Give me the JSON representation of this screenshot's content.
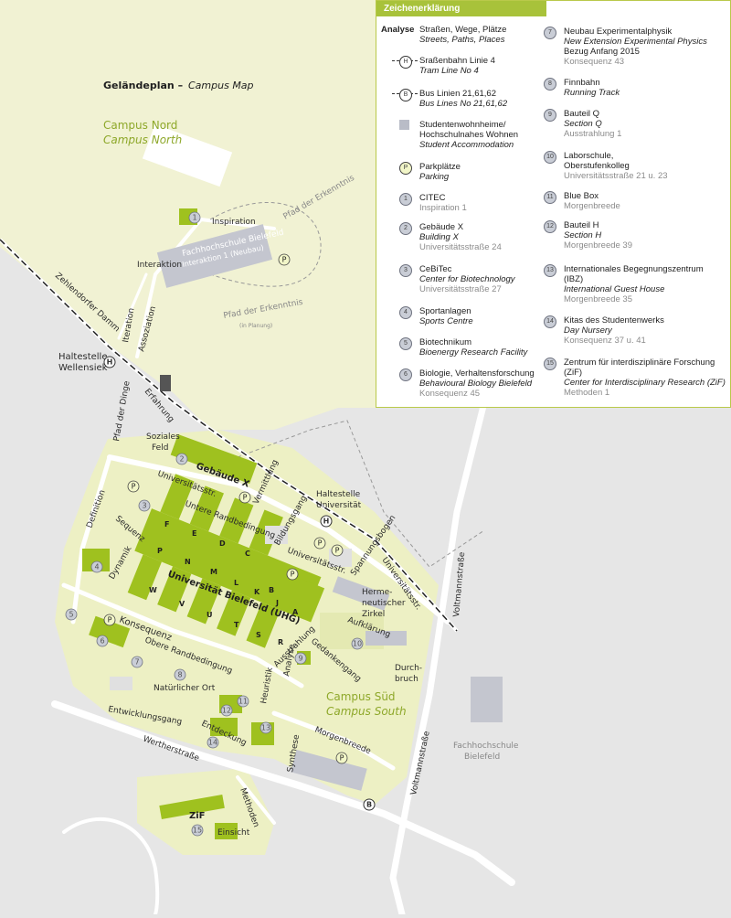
{
  "title": {
    "de": "Geländeplan –",
    "en": "Campus Map"
  },
  "colors": {
    "building": "#9fc11f",
    "campus_land": "#edf0c4",
    "north_land": "#f1f2d3",
    "background": "#e6e6e6",
    "gray_building": "#c4c6cf",
    "legend_header": "#a8c23a"
  },
  "areas": {
    "north_de": "Campus Nord",
    "north_en": "Campus North",
    "south_de": "Campus Süd",
    "south_en": "Campus South"
  },
  "labels": {
    "inspiration": "Inspiration",
    "interaktion": "Interaktion",
    "fh_title": "Fachhochschule Bielefeld",
    "fh_sub": "Interaktion 1 (Neubau)",
    "pfad1": "Pfad der Erkenntnis",
    "pfad2": "Pfad der Erkenntnis",
    "in_planung": "(in Planung)",
    "iteration": "Iteration",
    "assoziation": "Assoziation",
    "zehlendorfer": "Zehlendorfer Damm",
    "hs_wellensiek_1": "Haltestelle",
    "hs_wellensiek_2": "Wellensiek",
    "erfahrung": "Erfahrung",
    "pfad_dinge": "Pfad der Dinge",
    "soziales": "Soziales",
    "feld": "Feld",
    "gebaeude_x": "Gebäude X",
    "universitaetsstr": "Universitätsstr.",
    "vermittlung": "Vermittlung",
    "hs_uni_1": "Haltestelle",
    "hs_uni_2": "Universität",
    "definition": "Definition",
    "untere": "Untere Randbedingung",
    "sequenz": "Sequenz",
    "bildungsgang": "Bildungsgang",
    "universitaetsstr2": "Universitätsstr.",
    "spannungsbogen": "Spannungsbogen",
    "universitaetsstr3": "Universitätsstr.",
    "dynamik": "Dynamik",
    "uhg": "Universität Bielefeld (UHG)",
    "herme1": "Herme-",
    "herme2": "neutischer",
    "herme3": "Zirkel",
    "konsequenz": "Konsequenz",
    "obere": "Obere Randbedingung",
    "ausstrahlung": "Ausstrahlung",
    "aufklaerung": "Aufklärung",
    "gedankengang": "Gedankengang",
    "natuerlicher": "Natürlicher Ort",
    "analyse": "Analyse",
    "heuristik": "Heuristik",
    "durch1": "Durch-",
    "durch2": "bruch",
    "voltmann1": "Voltmannstraße",
    "voltmann2": "Voltmannstraße",
    "entwicklungsgang": "Entwicklungsgang",
    "entdeckung": "Entdeckung",
    "wertherstrasse": "Wertherstraße",
    "morgenbreede": "Morgenbreede",
    "synthese": "Synthese",
    "fh2_1": "Fachhochschule",
    "fh2_2": "Bielefeld",
    "methoden": "Methoden",
    "zif": "ZiF",
    "einsicht": "Einsicht"
  },
  "wings": [
    "F",
    "E",
    "D",
    "C",
    "P",
    "N",
    "M",
    "L",
    "K",
    "J",
    "W",
    "V",
    "U",
    "T",
    "S",
    "R",
    "A",
    "B"
  ],
  "symbols": {
    "h": "H",
    "b": "B",
    "p": "P"
  },
  "map_numbers": [
    "1",
    "2",
    "3",
    "4",
    "5",
    "6",
    "7",
    "8",
    "9",
    "10",
    "11",
    "12",
    "13",
    "14",
    "15"
  ],
  "legend": {
    "header": "Zeichenerklärung",
    "analyse_head": "Analyse",
    "rows": [
      {
        "icon": "",
        "l1": "Straßen, Wege, Plätze",
        "l2": "Streets, Paths, Places",
        "l3": ""
      },
      {
        "icon": "H",
        "l1": "Sraßenbahn Linie 4",
        "l2": "Tram Line No 4",
        "l3": ""
      },
      {
        "icon": "B",
        "l1": "Bus Linien 21,61,62",
        "l2": "Bus Lines No 21,61,62",
        "l3": ""
      },
      {
        "icon": "",
        "l1": "Studentenwohnheime/",
        "l1b": "Hochschulnahes Wohnen",
        "l2": "Student Accommodation",
        "l3": ""
      },
      {
        "icon": "P",
        "l1": "Parkplätze",
        "l2": "Parking",
        "l3": ""
      },
      {
        "icon": "1",
        "l1": "CITEC",
        "l2": "",
        "l3": "Inspiration 1"
      },
      {
        "icon": "2",
        "l1": "Gebäude X",
        "l2": "Building X",
        "l3": "Universitätsstraße 24"
      },
      {
        "icon": "3",
        "l1": "CeBiTec",
        "l2": "Center for Biotechnology",
        "l3": "Universitätsstraße 27"
      },
      {
        "icon": "4",
        "l1": "Sportanlagen",
        "l2": "Sports Centre",
        "l3": ""
      },
      {
        "icon": "5",
        "l1": "Biotechnikum",
        "l2": "Bioenergy Research Facility",
        "l3": ""
      },
      {
        "icon": "6",
        "l1": "Biologie, Verhaltensforschung",
        "l2": "Behavioural Biology Bielefeld",
        "l3": "Konsequenz 45"
      }
    ],
    "rows2": [
      {
        "icon": "7",
        "l1": "Neubau Experimentalphysik",
        "l2": "New Extension Experimental Physics",
        "l2b": "Bezug Anfang 2015",
        "l3": "Konsequenz 43"
      },
      {
        "icon": "8",
        "l1": "Finnbahn",
        "l2": "Running Track",
        "l3": ""
      },
      {
        "icon": "9",
        "l1": "Bauteil Q",
        "l2": "Section Q",
        "l3": "Ausstrahlung 1"
      },
      {
        "icon": "10",
        "l1": "Laborschule,",
        "l1b": "Oberstufenkolleg",
        "l2": "",
        "l3": "Universitätsstraße 21 u. 23"
      },
      {
        "icon": "11",
        "l1": "Blue Box",
        "l2": "",
        "l3": "Morgenbreede"
      },
      {
        "icon": "12",
        "l1": "Bauteil H",
        "l2": "Section H",
        "l3": "Morgenbreede 39"
      },
      {
        "icon": "13",
        "l1": "Internationales Begegnungszentrum",
        "l1b": "(IBZ)",
        "l2": "International Guest House",
        "l3": "Morgenbreede 35"
      },
      {
        "icon": "14",
        "l1": "Kitas des Studentenwerks",
        "l2": "Day Nursery",
        "l3": "Konsequenz 37 u. 41"
      },
      {
        "icon": "15",
        "l1": "Zentrum für interdisziplinäre Forschung",
        "l1b": "(ZiF)",
        "l2": "Center for Interdisciplinary Research (ZiF)",
        "l3": "Methoden 1"
      }
    ]
  }
}
